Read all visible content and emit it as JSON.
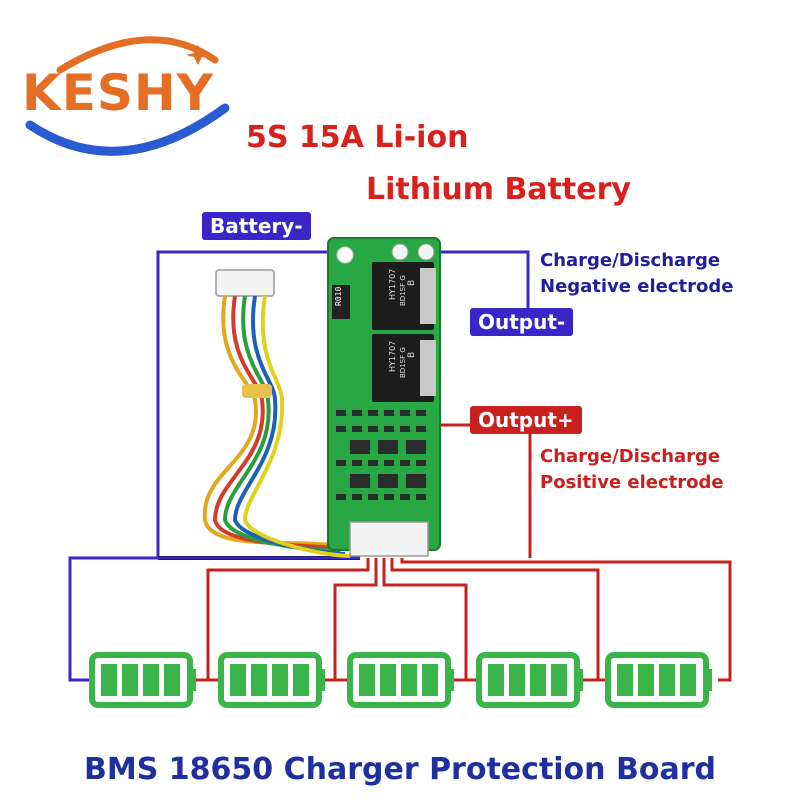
{
  "brand": {
    "name": "KESHY"
  },
  "title": {
    "line1": "5S 15A Li-ion",
    "line2": "Lithium Battery"
  },
  "labels": {
    "battery_minus": "Battery-",
    "output_minus": "Output-",
    "output_plus": "Output+"
  },
  "descriptions": {
    "negative_line1": "Charge/Discharge",
    "negative_line2": "Negative electrode",
    "positive_line1": "Charge/Discharge",
    "positive_line2": "Positive electrode"
  },
  "board": {
    "resistor_marking": "R010",
    "mosfet1_marking": "HY1707",
    "mosfet1_marking2": "BD1SF G",
    "mosfet2_marking": "HY1707",
    "mosfet2_marking2": "BD1SF G",
    "mosfet_letter": "B"
  },
  "batteries": {
    "count": 5
  },
  "footer": {
    "text": "BMS 18650 Charger Protection Board"
  },
  "colors": {
    "brand_orange": "#e46f24",
    "brand_blue": "#2a5bd0",
    "title_red": "#d8201c",
    "negative_blue": "#3b25c8",
    "positive_red": "#c8201c",
    "battery_green": "#3bb54a",
    "board_green": "#27a844"
  }
}
